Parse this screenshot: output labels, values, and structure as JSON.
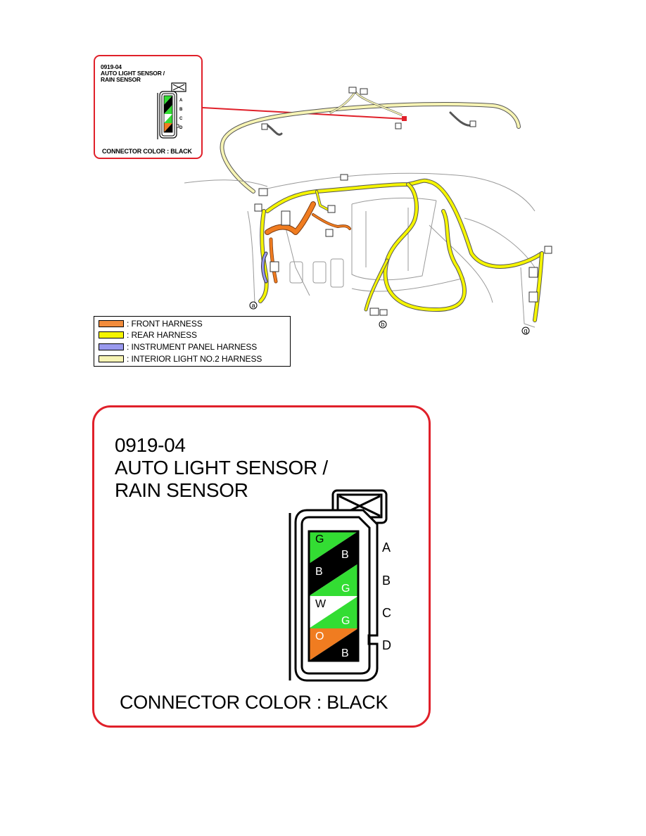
{
  "connector": {
    "code": "0919-04",
    "name_line1": "AUTO LIGHT SENSOR /",
    "name_line2": "RAIN SENSOR",
    "color_label": "CONNECTOR COLOR : BLACK",
    "pins": [
      {
        "letter": "A",
        "top_color": "G",
        "bottom_color": "B"
      },
      {
        "letter": "B",
        "top_color": "B",
        "bottom_color": "G"
      },
      {
        "letter": "C",
        "top_color": "W",
        "bottom_color": "G"
      },
      {
        "letter": "D",
        "top_color": "O",
        "bottom_color": "B"
      }
    ]
  },
  "legend": [
    {
      "label": ": FRONT HARNESS",
      "color": "#f28c3c"
    },
    {
      "label": ": REAR HARNESS",
      "color": "#f5f500"
    },
    {
      "label": ": INSTRUMENT PANEL HARNESS",
      "color": "#9999ee"
    },
    {
      "label": ": INTERIOR LIGHT NO.2 HARNESS",
      "color": "#f7f4b4"
    }
  ],
  "markers": {
    "a": "a",
    "b": "b",
    "g": "g"
  },
  "colors": {
    "green": "#33dd33",
    "black": "#000000",
    "white": "#ffffff",
    "orange": "#f07c20",
    "callout_border": "#e0202a"
  }
}
